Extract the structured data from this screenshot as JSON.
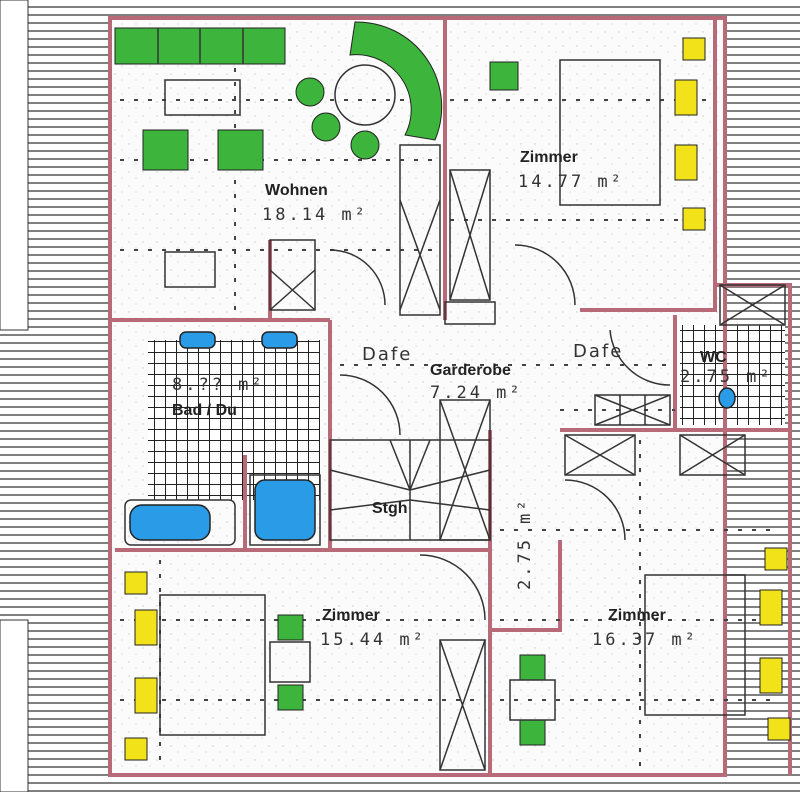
{
  "title": "Floor plan",
  "rooms": {
    "wohnen": {
      "name": "Wohnen",
      "area": "18.14 m²"
    },
    "zimmer_top": {
      "name": "Zimmer",
      "area": "14.77 m²"
    },
    "bad": {
      "name": "Bad / Du",
      "area": "8.?? m²"
    },
    "garderobe": {
      "name": "Garderobe",
      "area": "7.24 m²"
    },
    "wc": {
      "name": "WC",
      "area": "2.75 m²"
    },
    "stgh": {
      "name": "Stgh"
    },
    "corridor": {
      "area": "2.75 m²"
    },
    "zimmer_bl": {
      "name": "Zimmer",
      "area": "15.44 m²"
    },
    "zimmer_br": {
      "name": "Zimmer",
      "area": "16.37 m²"
    }
  },
  "labels": {
    "dafe_left": "Dafe",
    "dafe_right": "Dafe"
  },
  "colors": {
    "wall": "#b86a78",
    "furniture": "#3db53d",
    "window": "#f2e21a",
    "sanitary": "#2a9be6"
  }
}
